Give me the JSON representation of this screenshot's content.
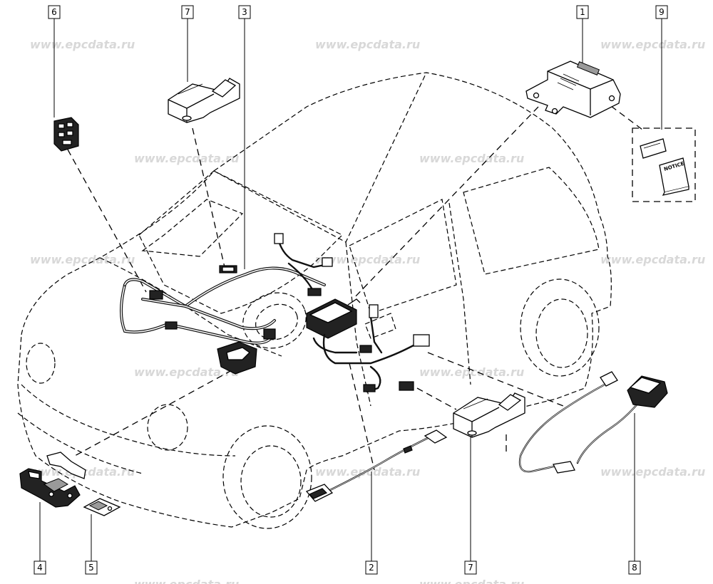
{
  "watermark": "www.epcdata.ru",
  "callouts": {
    "c1": "1",
    "c2": "2",
    "c3": "3",
    "c4": "4",
    "c5": "5",
    "c6": "6",
    "c7_top": "7",
    "c7_bottom": "7",
    "c8": "8",
    "c9": "9"
  },
  "notice_label": "NOTICE"
}
